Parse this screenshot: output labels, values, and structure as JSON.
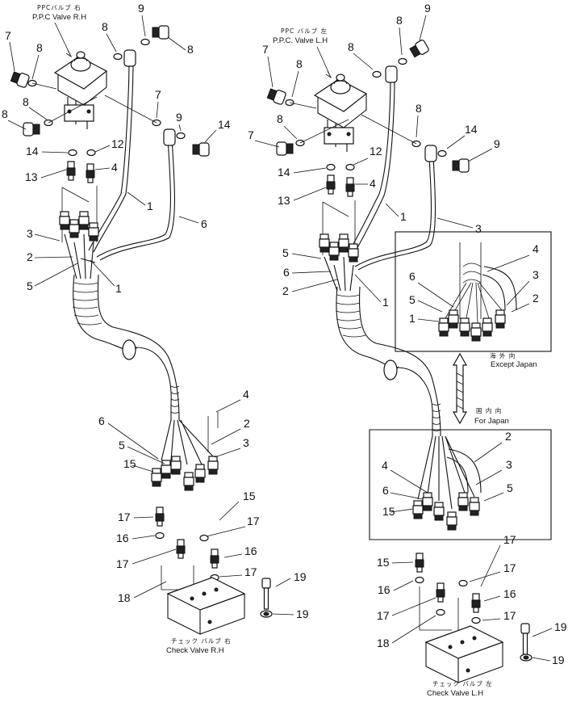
{
  "captions": {
    "ppc_rh_jp": "PPCバルブ 右",
    "ppc_rh": "P.P.C Valve R.H",
    "ppc_lh_jp": "PPC バルブ 左",
    "ppc_lh": "P.P.C. Valve L.H",
    "check_rh_jp": "チェック バルブ 右",
    "check_rh": "Check Valve R.H",
    "check_lh_jp": "チェック バルブ 左",
    "check_lh": "Check Valve L.H",
    "except_japan_jp": "海 外 向",
    "except_japan": "Except Japan",
    "for_japan_jp": "国 内 向",
    "for_japan": "For Japan"
  },
  "callouts": {
    "left": [
      "7",
      "8",
      "8",
      "9",
      "8",
      "7",
      "8",
      "8",
      "9",
      "14",
      "14",
      "12",
      "13",
      "4",
      "1",
      "6",
      "3",
      "2",
      "5",
      "1",
      "4",
      "6",
      "2",
      "5",
      "3",
      "15",
      "15",
      "17",
      "17",
      "16",
      "16",
      "17",
      "17",
      "18",
      "19"
    ],
    "right": [
      "9",
      "8",
      "7",
      "8",
      "8",
      "9",
      "7",
      "8",
      "8",
      "14",
      "14",
      "12",
      "13",
      "4",
      "1",
      "3",
      "5",
      "6",
      "2",
      "1",
      "4",
      "6",
      "3",
      "5",
      "2",
      "1",
      "2",
      "4",
      "3",
      "6",
      "5",
      "15",
      "17",
      "15",
      "17",
      "16",
      "16",
      "17",
      "17",
      "18",
      "19"
    ]
  }
}
